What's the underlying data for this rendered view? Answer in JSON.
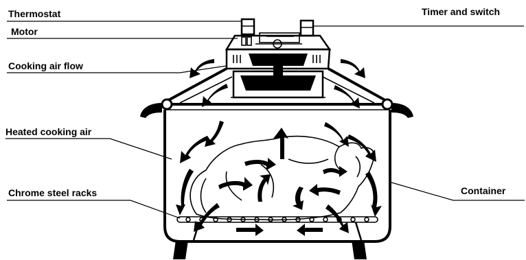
{
  "labels": {
    "thermostat": "Thermostat",
    "motor": "Motor",
    "cooking_air_flow": "Cooking air flow",
    "heated_cooking_air": "Heated cooking air",
    "chrome_steel_racks": "Chrome steel racks",
    "timer_and_switch": "Timer and switch",
    "container": "Container"
  }
}
